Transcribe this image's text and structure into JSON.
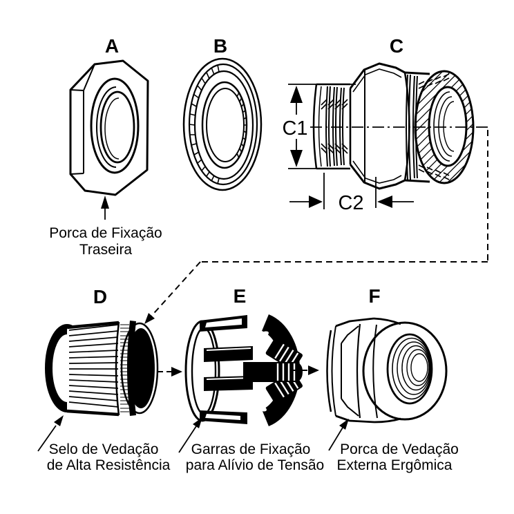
{
  "diagram": {
    "background_color": "#ffffff",
    "ink_color": "#000000",
    "parts": {
      "a": {
        "letter": "A",
        "caption_line1": "Porca de Fixação",
        "caption_line2": "Traseira"
      },
      "b": {
        "letter": "B"
      },
      "c": {
        "letter": "C",
        "dim_diameter": "C1",
        "dim_length": "C2"
      },
      "d": {
        "letter": "D",
        "caption_line1": "Selo de Vedação",
        "caption_line2": "de Alta Resistência"
      },
      "e": {
        "letter": "E",
        "caption_line1": "Garras de Fixação",
        "caption_line2": "para Alívio de Tensão"
      },
      "f": {
        "letter": "F",
        "caption_line1": "Porca de Vedação",
        "caption_line2": "Externa Ergômica"
      }
    }
  }
}
